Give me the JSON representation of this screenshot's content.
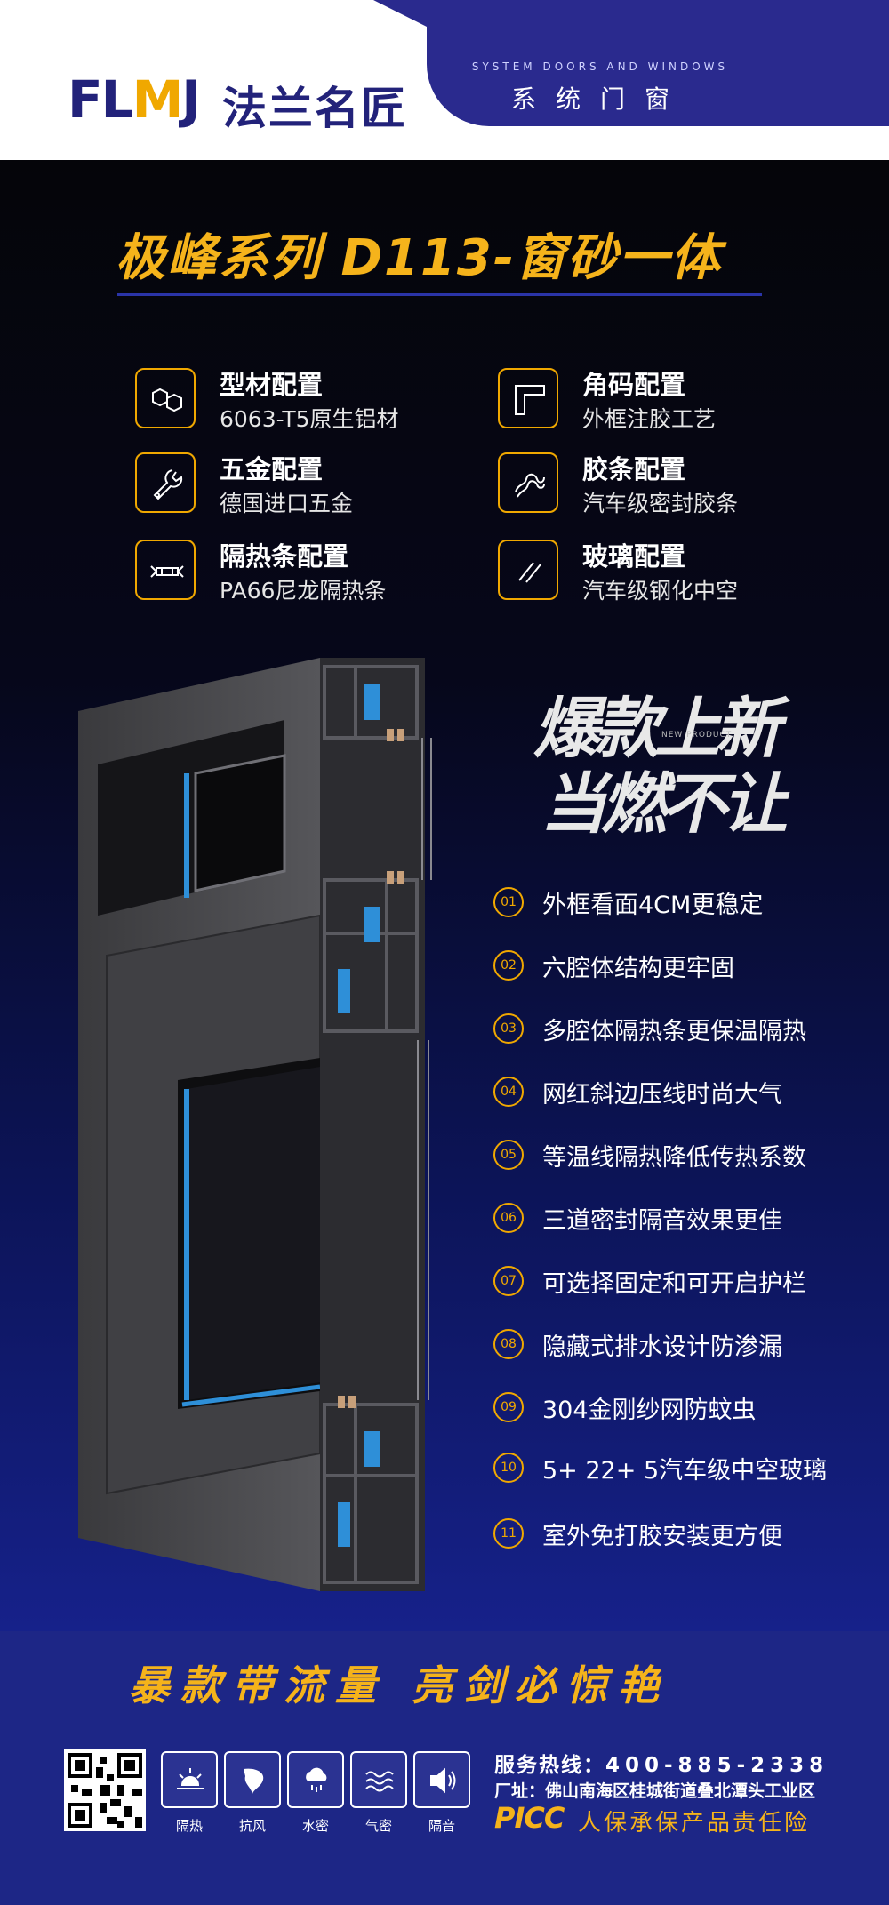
{
  "header": {
    "logo_latin": "FLMJ",
    "logo_chinese": "法兰名匠",
    "tab_en": "SYSTEM DOORS AND WINDOWS",
    "tab_cn": "系统门窗"
  },
  "title": "极峰系列 D113-窗砂一体",
  "features": [
    {
      "title": "型材配置",
      "sub": "6063-T5原生铝材",
      "icon": "hexagon-profile-icon"
    },
    {
      "title": "角码配置",
      "sub": "外框注胶工艺",
      "icon": "corner-bracket-icon"
    },
    {
      "title": "五金配置",
      "sub": "德国进口五金",
      "icon": "wrench-icon"
    },
    {
      "title": "胶条配置",
      "sub": "汽车级密封胶条",
      "icon": "seal-strip-icon"
    },
    {
      "title": "隔热条配置",
      "sub": "PA66尼龙隔热条",
      "icon": "thermal-break-icon"
    },
    {
      "title": "玻璃配置",
      "sub": "汽车级钢化中空",
      "icon": "glass-icon"
    }
  ],
  "slogan": {
    "line1": "爆款上新",
    "small": "NEW PRODUCT",
    "line2": "当燃不让"
  },
  "points": [
    {
      "num": "01",
      "text": "外框看面4CM更稳定"
    },
    {
      "num": "02",
      "text": "六腔体结构更牢固"
    },
    {
      "num": "03",
      "text": "多腔体隔热条更保温隔热"
    },
    {
      "num": "04",
      "text": "网红斜边压线时尚大气"
    },
    {
      "num": "05",
      "text": "等温线隔热降低传热系数"
    },
    {
      "num": "06",
      "text": "三道密封隔音效果更佳"
    },
    {
      "num": "07",
      "text": "可选择固定和可开启护栏"
    },
    {
      "num": "08",
      "text": "隐藏式排水设计防渗漏"
    },
    {
      "num": "09",
      "text": "304金刚纱网防蚊虫"
    },
    {
      "num": "10",
      "text": "5+ 22+ 5汽车级中空玻璃"
    },
    {
      "num": "11",
      "text": "室外免打胶安装更方便"
    }
  ],
  "footer": {
    "slogan": "暴款带流量  亮剑必惊艳",
    "performance": [
      {
        "label": "隔热",
        "icon": "sun-insulation-icon"
      },
      {
        "label": "抗风",
        "icon": "wind-resistance-icon"
      },
      {
        "label": "水密",
        "icon": "rain-cloud-icon"
      },
      {
        "label": "气密",
        "icon": "air-waves-icon"
      },
      {
        "label": "隔音",
        "icon": "speaker-icon"
      }
    ],
    "hotline_label": "服务热线：",
    "hotline_number": "400-885-2338",
    "address": "厂址：佛山南海区桂城街道叠北潭头工业区",
    "picc_logo": "PICC",
    "picc_text": "人保承保产品责任险"
  },
  "colors": {
    "accent": "#f5b31b",
    "brand_blue": "#22227a",
    "footer_blue": "#1d2686"
  }
}
